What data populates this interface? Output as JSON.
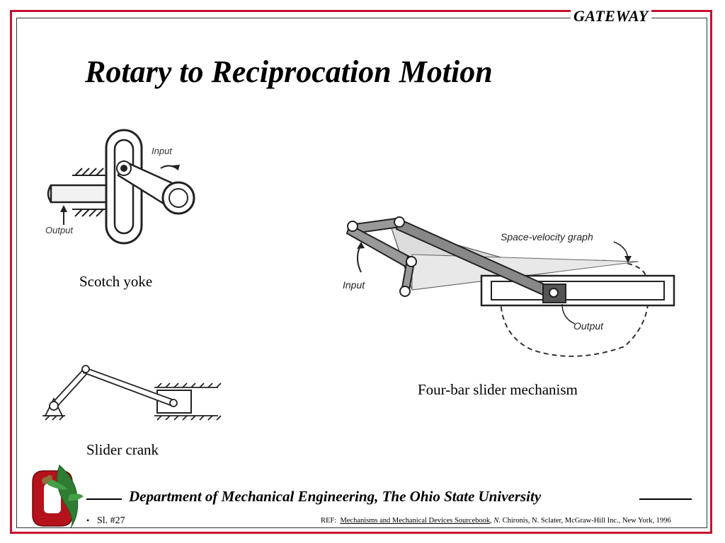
{
  "slide": {
    "badge": "GATEWAY",
    "title": "Rotary to Reciprocation Motion",
    "number": "Sl. #27"
  },
  "figures": {
    "scotch_yoke": {
      "caption": "Scotch yoke",
      "label_input": "Input",
      "label_output": "Output"
    },
    "slider_crank": {
      "caption": "Slider crank"
    },
    "four_bar": {
      "caption": "Four-bar slider mechanism",
      "label_input": "Input",
      "label_output": "Output",
      "label_graph": "Space-velocity graph"
    }
  },
  "footer": {
    "department": "Department of Mechanical Engineering, The Ohio State University",
    "ref_prefix": "REF:",
    "ref_book": "Mechanisms and Mechanical Devices Sourcebook",
    "ref_author_initial": "N.",
    "ref_rest": "Chironis, N. Sclater, McGraw-Hill Inc., New York, 1996"
  },
  "colors": {
    "border": "#c8102e",
    "logo_red": "#b5121b",
    "logo_green": "#2e7d32"
  }
}
